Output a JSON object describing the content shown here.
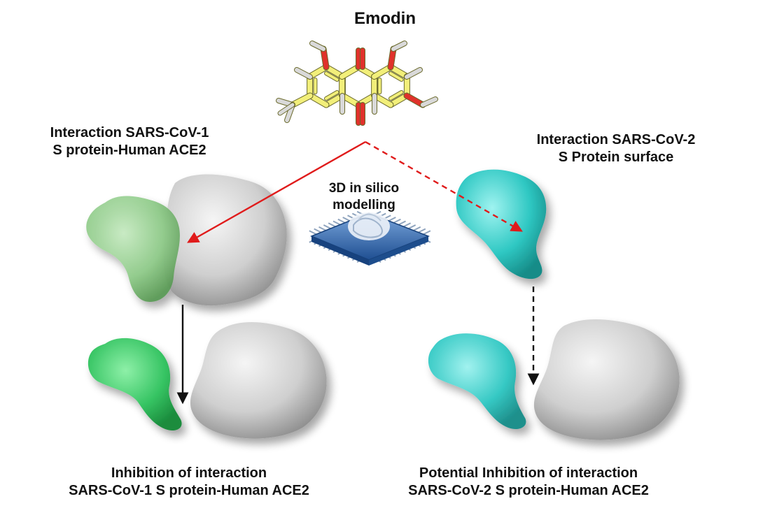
{
  "title": "Emodin",
  "top_left_label": {
    "line1": "Interaction SARS-CoV-1",
    "line2": "S protein-Human ACE2"
  },
  "top_right_label": {
    "line1": "Interaction SARS-CoV-2",
    "line2": "S Protein surface"
  },
  "center_label": {
    "line1": "3D in silico",
    "line2": "modelling"
  },
  "bottom_left_label": {
    "line1": "Inhibition of interaction",
    "line2": "SARS-CoV-1 S protein-Human ACE2"
  },
  "bottom_right_label": {
    "line1": "Potential Inhibition of interaction",
    "line2": "SARS-CoV-2 S protein-Human ACE2"
  },
  "colors": {
    "molecule_carbon": "#f2ef7a",
    "molecule_oxygen": "#e0312b",
    "molecule_hydrogen": "#d9d9d9",
    "green_light": "#9fd39a",
    "green_bright": "#3fc96a",
    "cyan": "#2ec9c4",
    "gray_protein": "#d4d4d4",
    "arrow_red": "#e01b1b",
    "arrow_black": "#111111",
    "chip_blue": "#2b5fa8"
  }
}
